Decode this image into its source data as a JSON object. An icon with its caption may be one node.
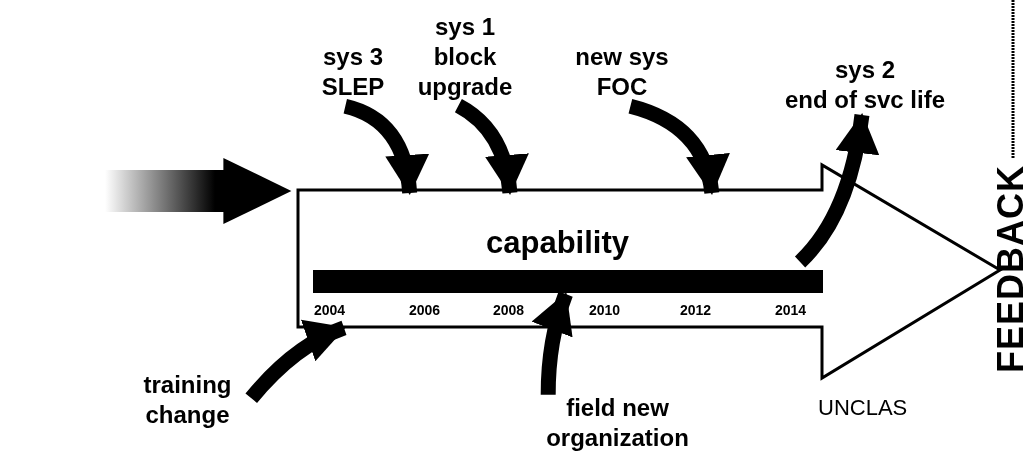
{
  "diagram": {
    "nodes": [
      {
        "text": [
          "capability"
        ]
      },
      {
        "text": [
          "sys 3 SLEP"
        ]
      },
      {
        "text": [
          "sys 1 block upgrade"
        ]
      },
      {
        "text": [
          "new sys FOC"
        ]
      },
      {
        "text": [
          "sys 2",
          "end of svc life"
        ]
      },
      {
        "text": [
          "training change"
        ]
      },
      {
        "text": [
          "field new organization"
        ]
      }
    ],
    "edges": [
      {
        "from": 1,
        "to": 0,
        "arrow": "to"
      },
      {
        "from": 2,
        "to": 0,
        "arrow": "to"
      },
      {
        "from": 3,
        "to": 0,
        "arrow": "to"
      },
      {
        "from": 0,
        "to": 4,
        "arrow": "to"
      },
      {
        "from": 5,
        "to": 0,
        "arrow": "to"
      },
      {
        "from": 6,
        "to": 0,
        "arrow": "to"
      },
      {
        "from": null,
        "to": 0,
        "arrow": "to"
      }
    ],
    "labels": [
      "2004",
      "2006",
      "2008",
      "2010",
      "2012",
      "2014",
      "UNCLAS",
      "FEEDBACK"
    ]
  }
}
